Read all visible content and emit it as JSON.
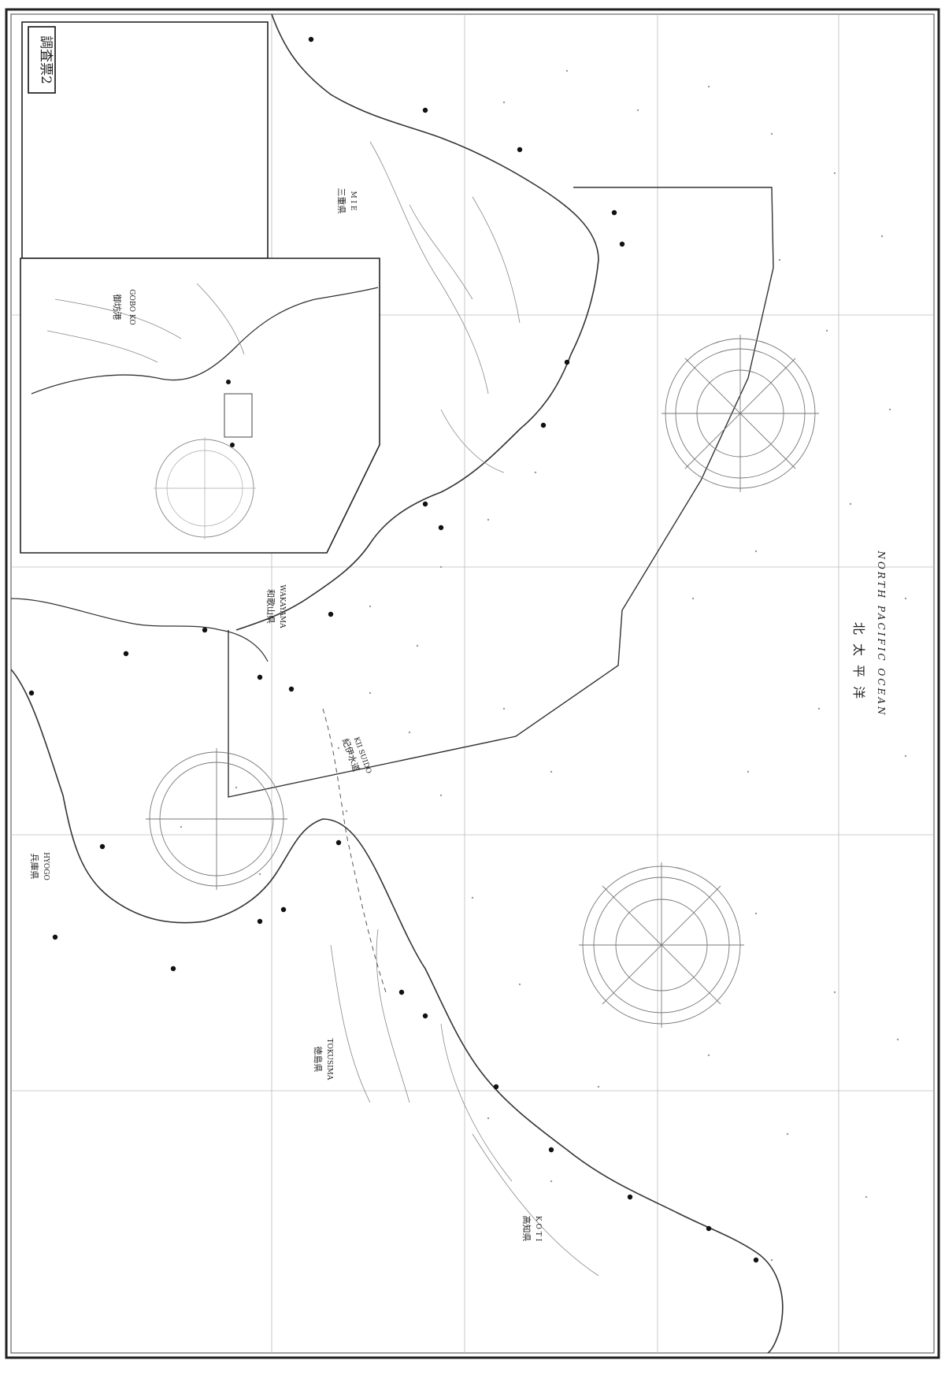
{
  "doc_label": "調査票2",
  "ocean": {
    "jp": "北 太 平 洋",
    "en": "NORTH PACIFIC OCEAN"
  },
  "channel": {
    "jp": "紀伊水道",
    "en": "KII SUIDO"
  },
  "inset": {
    "jp": "御坊港",
    "en": "GOBO KO"
  },
  "places": {
    "mie": {
      "jp": "三重県",
      "en": "M I E"
    },
    "wakayama": {
      "jp": "和歌山県",
      "en": "WAKAYAMA"
    },
    "hyogo": {
      "jp": "兵庫県",
      "en": "HYOGO"
    },
    "tokusima": {
      "jp": "徳島県",
      "en": "TOKUSIMA"
    },
    "koti": {
      "jp": "高知県",
      "en": "K O T I"
    }
  }
}
